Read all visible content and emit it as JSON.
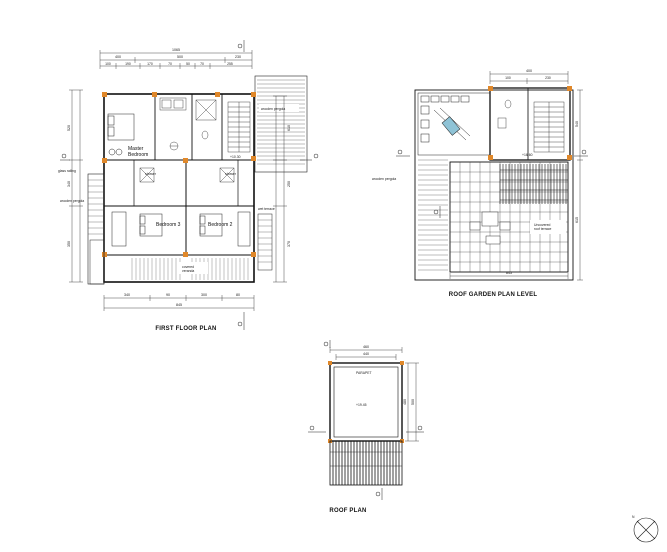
{
  "titles": {
    "first_floor": "FIRST FLOOR PLAN",
    "roof_garden": "ROOF GARDEN PLAN LEVEL",
    "roof": "ROOF PLAN"
  },
  "first_floor": {
    "rooms": {
      "master_bedroom": "Master\nBedroom",
      "bedroom_3": "Bedroom 3",
      "bedroom_2": "Bedroom 2",
      "level": "+10.30"
    },
    "labels": {
      "pergola_top": "wooden pergola",
      "pergola_left": "wooden pergola",
      "glass_railing": "glass railing",
      "shower_1": "shower",
      "shower_2": "shower",
      "covered_veranda": "covered\nveranda",
      "wet_terrace": "wet terrace"
    },
    "dims": {
      "top_total": "1065",
      "top_seg": [
        "400",
        "500",
        "230"
      ],
      "top_sub": [
        "100",
        "190",
        "170",
        "70",
        "50",
        "70",
        "255"
      ],
      "bottom_seg": [
        "340",
        "90",
        "300",
        "80"
      ],
      "bottom_total": "845",
      "left": [
        "520",
        "340",
        "350"
      ],
      "right": [
        "610",
        "250",
        "370"
      ]
    }
  },
  "roof_garden": {
    "labels": {
      "pergola": "wooden pergola",
      "level": "+16.60",
      "uncovered_terrace": "Uncovered\nroof terrace"
    },
    "dims": {
      "top_total": "400",
      "top_seg": [
        "100",
        "230"
      ],
      "bottom_total": "845",
      "right": [
        "540",
        "615"
      ]
    }
  },
  "roof": {
    "labels": {
      "parapet": "PARAPET",
      "level": "+19.45"
    },
    "dims": {
      "top_total": "460",
      "top_inner": "440",
      "right": [
        "480",
        "500"
      ]
    }
  },
  "north_arrow": {
    "letter": "N"
  }
}
